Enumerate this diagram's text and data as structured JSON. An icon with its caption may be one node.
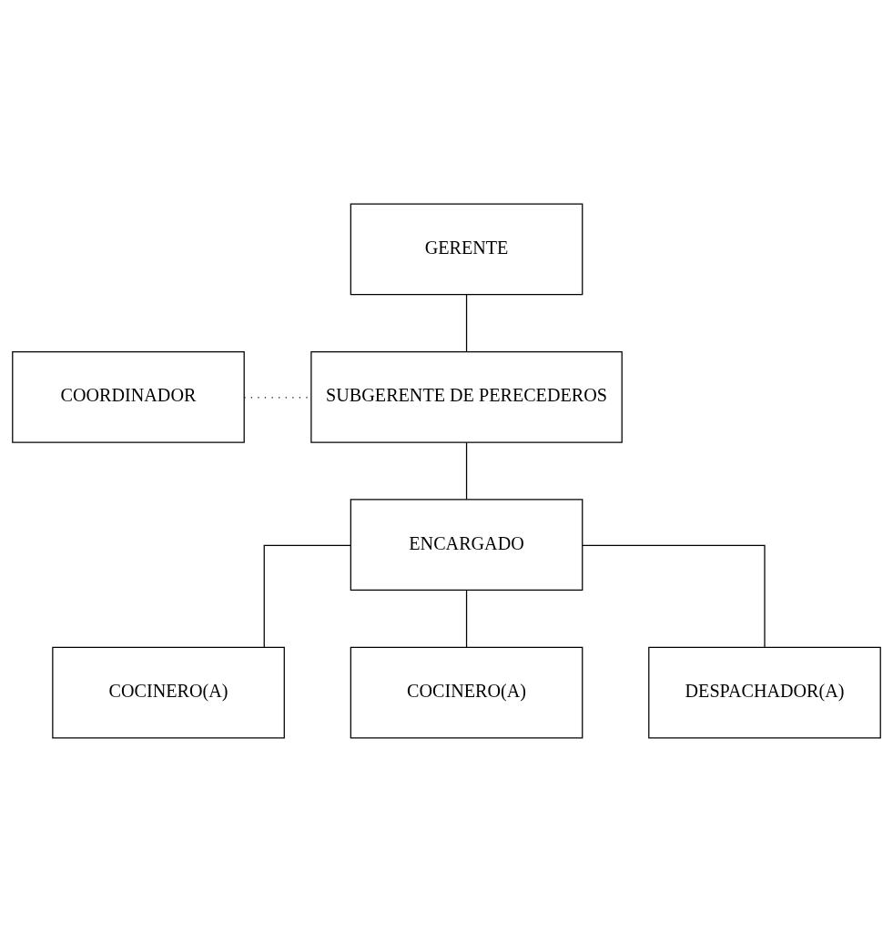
{
  "diagram": {
    "nodes": [
      {
        "text": [
          "GERENTE"
        ]
      },
      {
        "text": [
          "SUBGERENTE DE PERECEDEROS"
        ]
      },
      {
        "text": [
          "COORDINADOR"
        ]
      },
      {
        "text": [
          "ENCARGADO"
        ]
      },
      {
        "text": [
          "COCINERO(A)"
        ]
      },
      {
        "text": [
          "COCINERO(A)"
        ]
      },
      {
        "text": [
          "DESPACHADOR(A)"
        ]
      }
    ],
    "edges": [
      {
        "from": 0,
        "to": 1,
        "arrow": "none"
      },
      {
        "from": 1,
        "to": 3,
        "arrow": "none"
      },
      {
        "from": 2,
        "to": 1,
        "arrow": "none",
        "style": "dashed"
      },
      {
        "from": 3,
        "to": 4,
        "arrow": "none"
      },
      {
        "from": 3,
        "to": 5,
        "arrow": "none"
      },
      {
        "from": 3,
        "to": 6,
        "arrow": "none"
      }
    ]
  }
}
